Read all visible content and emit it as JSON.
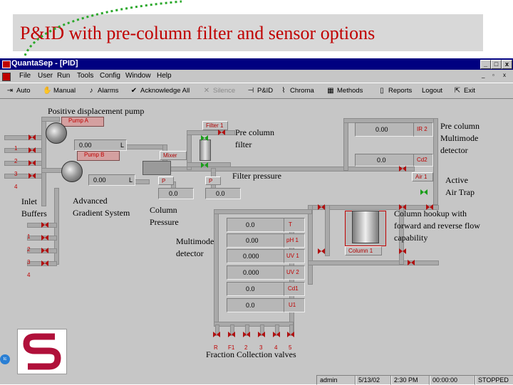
{
  "slide": {
    "title": "P&ID with pre-column filter and sensor options"
  },
  "window": {
    "title": "QuantaSep - [PID]",
    "controls": [
      "_",
      "□",
      "x"
    ]
  },
  "menu": [
    "File",
    "User",
    "Run",
    "Tools",
    "Config",
    "Window",
    "Help"
  ],
  "toolbar": {
    "auto": "Auto",
    "manual": "Manual",
    "alarms": "Alarms",
    "acknowledge_all": "Acknowledge All",
    "silence": "Silence",
    "pid": "P&ID",
    "chroma": "Chroma",
    "methods": "Methods",
    "reports": "Reports",
    "logout": "Logout",
    "exit": "Exit"
  },
  "pid": {
    "pump_a_label": "Pump A",
    "pump_a_value": "0.00",
    "pump_a_unit": "L",
    "pump_b_label": "Pump B",
    "pump_b_value": "0.00",
    "pump_b_unit": "L",
    "mixer_label": "Mixer",
    "filter_label": "Filter 1",
    "p_left": "P",
    "p_right": "P",
    "pressure_left": "0.0",
    "pressure_right": "0.0",
    "top_right_value": "0.00",
    "top_right_label": "IR 2",
    "second_right_value": "0.0",
    "cond_label": "Cd2",
    "air_label": "Air 1",
    "sensors": [
      {
        "value": "0.0",
        "label": "T"
      },
      {
        "value": "0.00",
        "label": "pH 1"
      },
      {
        "value": "0.000",
        "label": "UV 1"
      },
      {
        "value": "0.000",
        "label": "UV 2"
      },
      {
        "value": "0.0",
        "label": "Cd1"
      },
      {
        "value": "0.0",
        "label": "U1"
      }
    ],
    "column_label": "Column 1",
    "inlet_numbers": [
      "1",
      "2",
      "3",
      "4"
    ],
    "buffer_numbers": [
      "1",
      "2",
      "3",
      "4"
    ],
    "fraction_labels": [
      "R",
      "F1",
      "2",
      "3",
      "4",
      "5"
    ]
  },
  "annotations": {
    "positive_displacement_pump": "Positive displacement pump",
    "pre_column_filter_1": "Pre column",
    "pre_column_filter_2": "filter",
    "filter_pressure": "Filter pressure",
    "pre_column_multimode_1": "Pre column",
    "pre_column_multimode_2": "Multimode",
    "pre_column_multimode_3": "detector",
    "active_air_trap_1": "Active",
    "active_air_trap_2": "Air Trap",
    "inlet_buffers_1": "Inlet",
    "inlet_buffers_2": "Buffers",
    "advanced_gradient_1": "Advanced",
    "advanced_gradient_2": "Gradient System",
    "column_pressure_1": "Column",
    "column_pressure_2": "Pressure",
    "column_hookup_1": "Column  hookup with",
    "column_hookup_2": "forward and reverse flow",
    "column_hookup_3": "capability",
    "multimode_detector_1": "Multimode",
    "multimode_detector_2": "detector",
    "fraction_collection": "Fraction Collection valves"
  },
  "status": {
    "user": "admin",
    "date": "5/13/02",
    "time": "2:30 PM",
    "elapsed": "00:00:00",
    "state": "STOPPED"
  },
  "colors": {
    "title_red": "#c00000",
    "window_gray": "#c6c6c6",
    "titlebar_blue": "#000080",
    "valve_red": "#b01010",
    "valve_green": "#1a9e1a",
    "logo_red": "#b0103a"
  }
}
